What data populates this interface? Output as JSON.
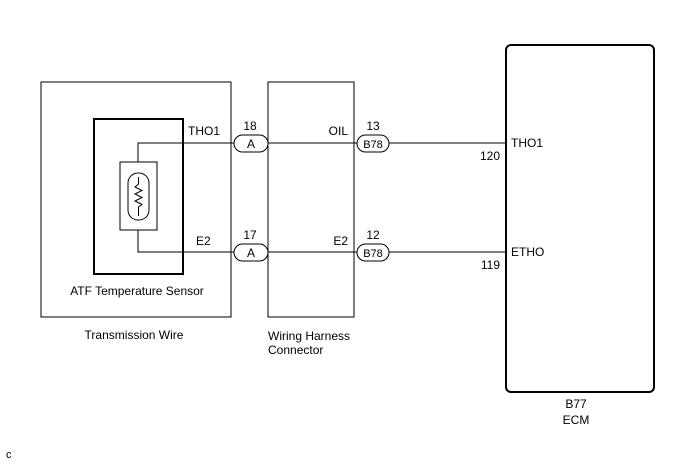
{
  "components": {
    "transmission_wire": {
      "label": "Transmission Wire"
    },
    "atf_sensor": {
      "label": "ATF Temperature Sensor",
      "pin_tho1": "THO1",
      "pin_e2": "E2"
    },
    "wiring_harness": {
      "label_line1": "Wiring Harness",
      "label_line2": "Connector"
    },
    "ecm": {
      "code": "B77",
      "label": "ECM",
      "pin_tho1_label": "THO1",
      "pin_etho_label": "ETHO",
      "pin_tho1_number": "120",
      "pin_etho_number": "119"
    }
  },
  "connectors": {
    "a_top": {
      "pin": "18",
      "code": "A"
    },
    "a_bottom": {
      "pin": "17",
      "code": "A"
    },
    "b78_top": {
      "pin": "13",
      "code": "B78"
    },
    "b78_bottom": {
      "pin": "12",
      "code": "B78"
    }
  },
  "wires": {
    "top": {
      "harness_label": "OIL"
    },
    "bottom": {
      "harness_label": "E2"
    }
  },
  "corner_mark": "c"
}
